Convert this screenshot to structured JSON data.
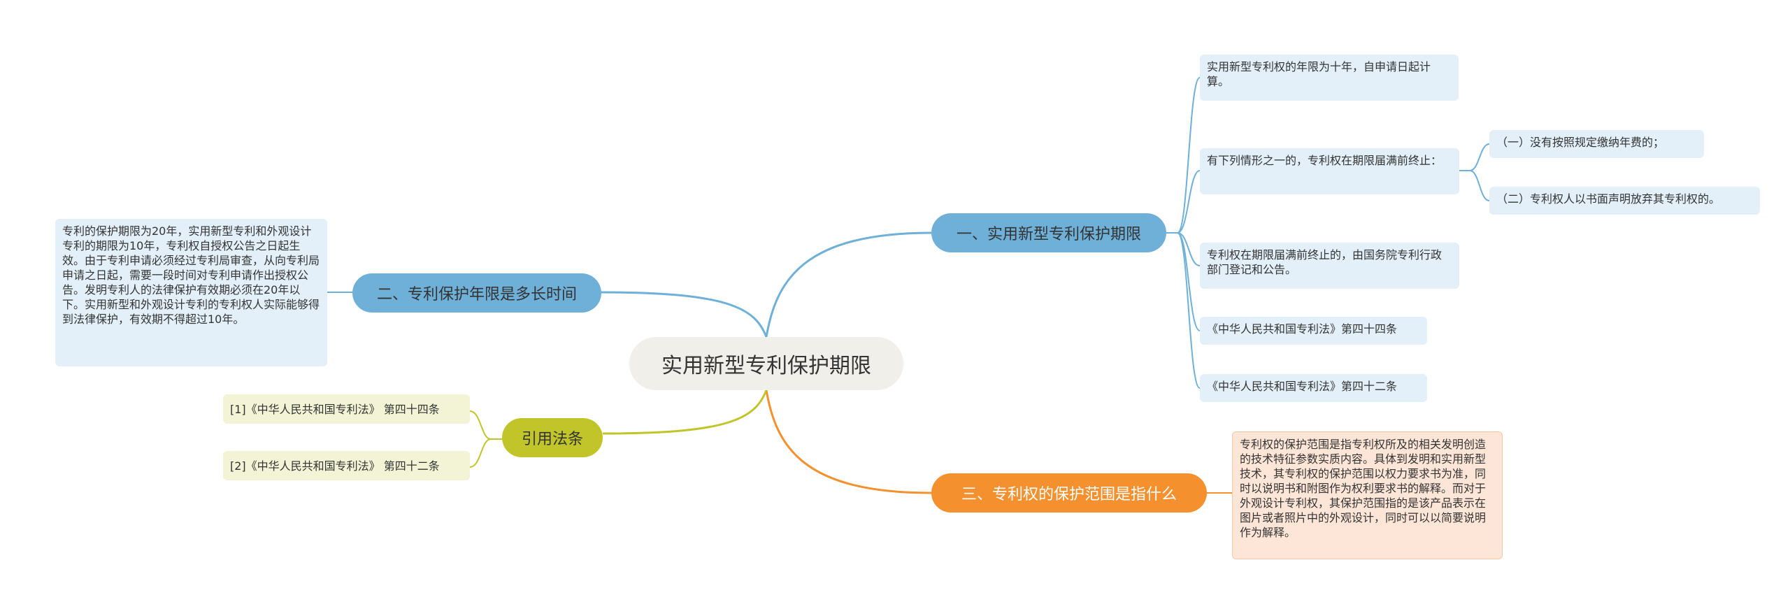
{
  "root": {
    "label": "实用新型专利保护期限"
  },
  "branch_1": {
    "label": "一、实用新型专利保护期限",
    "leaves": [
      {
        "text": "实用新型专利权的年限为十年，自申请日起计算。"
      },
      {
        "text": "有下列情形之一的，专利权在期限届满前终止：",
        "children": [
          {
            "text": "（一）没有按照规定缴纳年费的；"
          },
          {
            "text": "（二）专利权人以书面声明放弃其专利权的。"
          }
        ]
      },
      {
        "text": "专利权在期限届满前终止的，由国务院专利行政部门登记和公告。"
      },
      {
        "text": "《中华人民共和国专利法》第四十四条"
      },
      {
        "text": "《中华人民共和国专利法》第四十二条"
      }
    ]
  },
  "branch_2": {
    "label": "二、专利保护年限是多长时间",
    "leaf": "专利的保护期限为20年，实用新型专利和外观设计专利的期限为10年，专利权自授权公告之日起生效。由于专利申请必须经过专利局审查，从向专利局申请之日起，需要一段时间对专利申请作出授权公告。发明专利人的法律保护有效期必须在20年以下。实用新型和外观设计专利的专利权人实际能够得到法律保护，有效期不得超过10年。"
  },
  "branch_3": {
    "label": "三、专利权的保护范围是指什么",
    "leaf": "专利权的保护范围是指专利权所及的相关发明创造的技术特征参数实质内容。具体到发明和实用新型技术，其专利权的保护范围以权力要求书为准，同时以说明书和附图作为权利要求书的解释。而对于外观设计专利权，其保护范围指的是该产品表示在图片或者照片中的外观设计，同时可以以简要说明作为解释。"
  },
  "branch_4": {
    "label": "引用法条",
    "leaves": [
      {
        "text": "[1]《中华人民共和国专利法》 第四十四条"
      },
      {
        "text": "[2]《中华人民共和国专利法》 第四十二条"
      }
    ]
  },
  "colors": {
    "blue_line": "#6fb0d8",
    "orange_line": "#f5902e",
    "olive_line": "#c2c52a"
  }
}
